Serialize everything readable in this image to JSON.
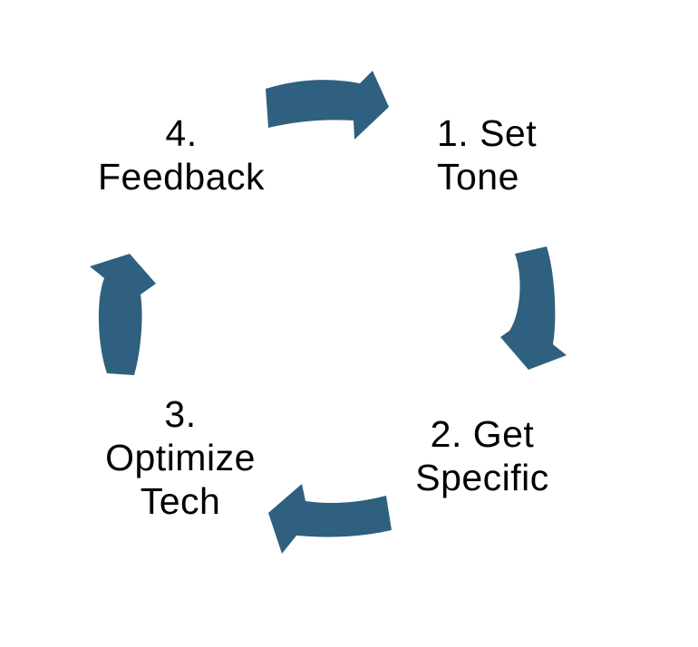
{
  "canvas": {
    "background": "#ffffff"
  },
  "diagram": {
    "type": "cycle",
    "direction": "clockwise",
    "arrow_color": "#2F607F",
    "text_color": "#000000",
    "steps": [
      {
        "label": "1. Set\nTone"
      },
      {
        "label": "2. Get\nSpecific"
      },
      {
        "label": "3.\nOptimize\nTech"
      },
      {
        "label": "4.\nFeedback"
      }
    ],
    "arrows": [
      {
        "position": "top",
        "from": "4. Feedback",
        "to": "1. Set Tone"
      },
      {
        "position": "right",
        "from": "1. Set Tone",
        "to": "2. Get Specific"
      },
      {
        "position": "bottom",
        "from": "2. Get Specific",
        "to": "3. Optimize Tech"
      },
      {
        "position": "left",
        "from": "3. Optimize Tech",
        "to": "4. Feedback"
      }
    ]
  }
}
